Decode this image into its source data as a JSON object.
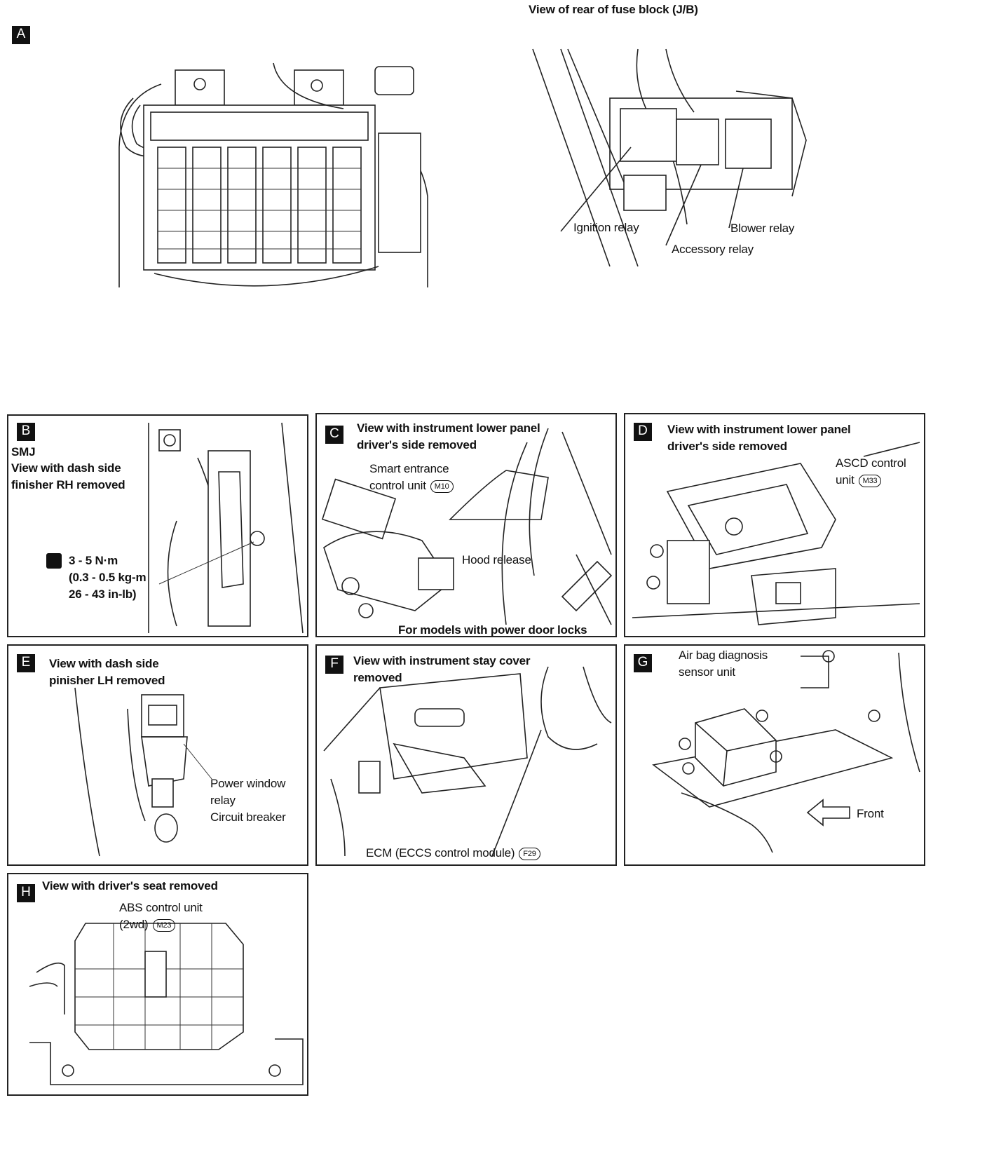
{
  "panel_a": {
    "letter": "A",
    "title": "View of rear of fuse block (J/B)",
    "ignition_relay": "Ignition relay",
    "blower_relay": "Blower relay",
    "accessory_relay": "Accessory relay"
  },
  "panel_b": {
    "letter": "B",
    "line1": "SMJ",
    "line2": "View with dash side",
    "line3": "finisher RH removed",
    "torque1": "3 - 5 N·m",
    "torque2": "(0.3 - 0.5 kg-m",
    "torque3": "26 - 43 in-lb)"
  },
  "panel_c": {
    "letter": "C",
    "line1": "View with instrument lower panel",
    "line2": "driver's side removed",
    "unit1": "Smart entrance",
    "unit2": "control unit",
    "connector": "M10",
    "hood": "Hood release",
    "note": "For models with power door locks"
  },
  "panel_d": {
    "letter": "D",
    "line1": "View with instrument lower panel",
    "line2": "driver's side removed",
    "unit1": "ASCD control",
    "unit2": "unit",
    "connector": "M33"
  },
  "panel_e": {
    "letter": "E",
    "line1": "View with dash side",
    "line2": "pinisher LH removed",
    "relay1": "Power window",
    "relay2": "relay",
    "relay3": "Circuit breaker"
  },
  "panel_f": {
    "letter": "F",
    "line1": "View with instrument stay cover",
    "line2": "removed",
    "ecm": "ECM (ECCS control module)",
    "connector": "F29"
  },
  "panel_g": {
    "letter": "G",
    "line1": "Air bag diagnosis",
    "line2": "sensor unit",
    "front": "Front"
  },
  "panel_h": {
    "letter": "H",
    "line1": "View with driver's seat removed",
    "unit1": "ABS control unit",
    "unit2": "(2wd)",
    "connector": "M23"
  }
}
